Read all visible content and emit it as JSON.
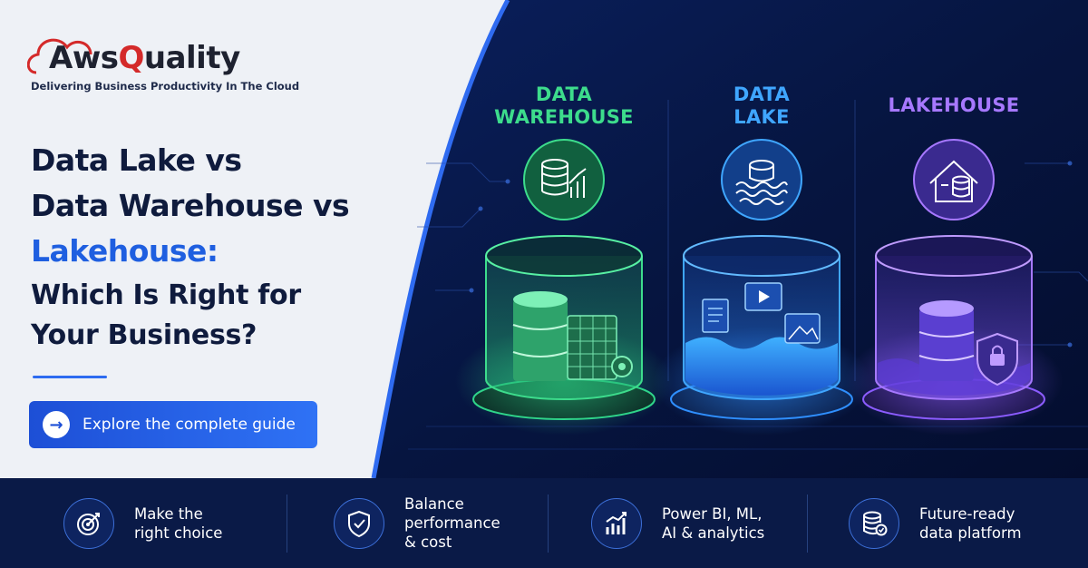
{
  "brand": {
    "name_prefix": "Aws",
    "name_q": "Q",
    "name_suffix": "uality",
    "tagline": "Delivering Business Productivity In The Cloud"
  },
  "headline": {
    "line1": "Data Lake vs",
    "line2": "Data Warehouse vs",
    "line3": "Lakehouse:",
    "line4": "Which Is Right for",
    "line5": "Your Business?"
  },
  "cta": {
    "arrow": "→",
    "label": "Explore the complete guide"
  },
  "columns": [
    {
      "line1": "DATA",
      "line2": "WAREHOUSE",
      "color": "#3ddc8c",
      "icon": "database-chart-icon"
    },
    {
      "line1": "DATA",
      "line2": "LAKE",
      "color": "#3fa6ff",
      "icon": "database-waves-icon"
    },
    {
      "line1": "LAKEHOUSE",
      "line2": "",
      "color": "#a678ff",
      "icon": "house-database-icon"
    }
  ],
  "features": [
    {
      "line1": "Make the",
      "line2": "right choice",
      "line3": "",
      "icon": "target-icon"
    },
    {
      "line1": "Balance",
      "line2": "performance",
      "line3": "& cost",
      "icon": "shield-check-icon"
    },
    {
      "line1": "Power BI, ML,",
      "line2": "AI & analytics",
      "line3": "",
      "icon": "bar-chart-icon"
    },
    {
      "line1": "Future-ready",
      "line2": "data platform",
      "line3": "",
      "icon": "database-check-icon"
    }
  ],
  "colors": {
    "navy": "#0a1a47",
    "accent_blue": "#1f5fe0",
    "logo_red": "#d42a2a"
  }
}
